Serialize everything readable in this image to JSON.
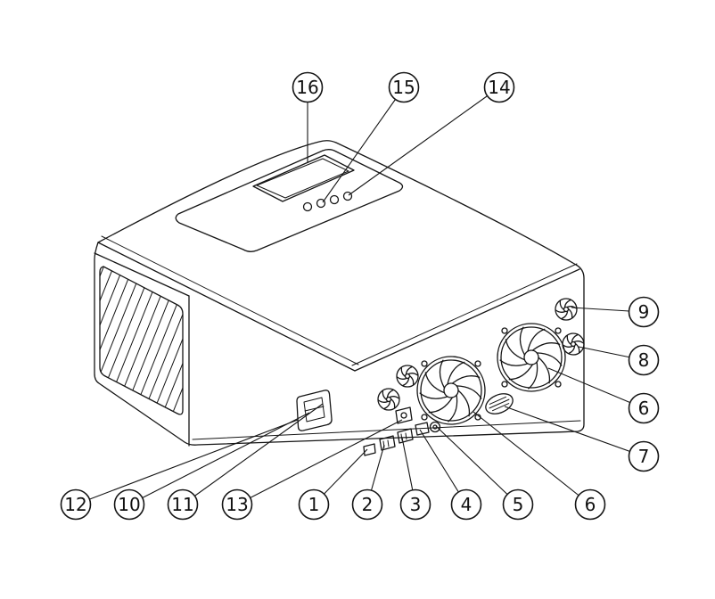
{
  "diagram": {
    "callouts": [
      "16",
      "15",
      "14",
      "9",
      "8",
      "6",
      "7",
      "6",
      "12",
      "10",
      "11",
      "13",
      "1",
      "2",
      "3",
      "4",
      "5"
    ]
  }
}
